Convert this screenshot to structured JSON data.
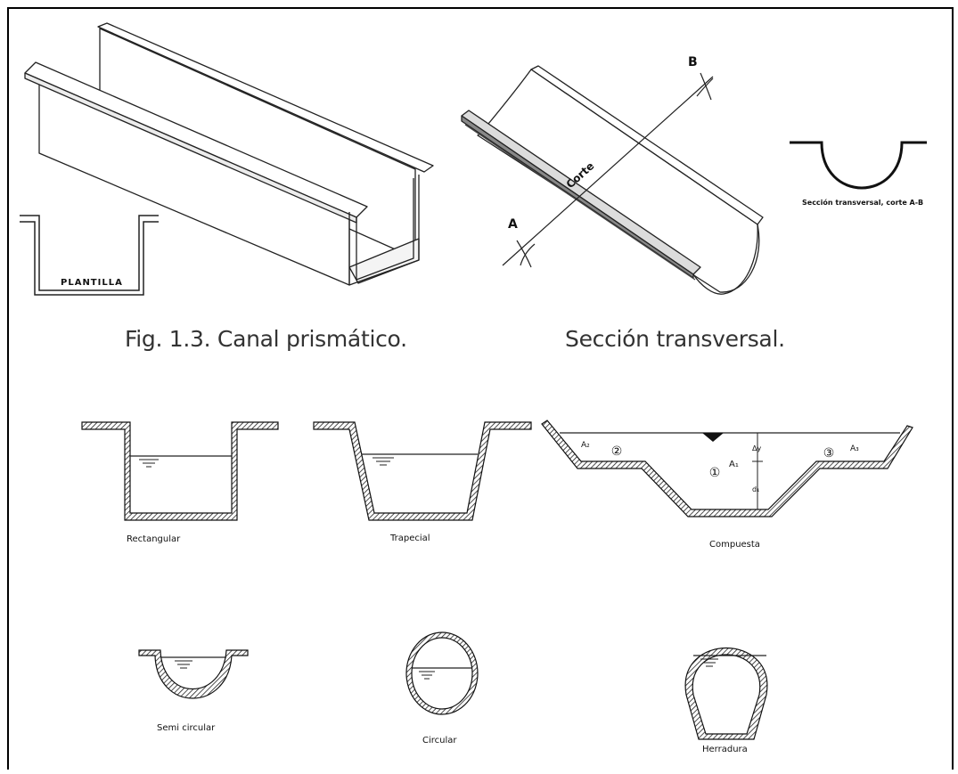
{
  "figure": {
    "prismatic": {
      "bottom_label": "PLANTILLA"
    },
    "section": {
      "cut_label": "Corte",
      "point_a": "A",
      "point_b": "B",
      "section_label": "Sección transversal, corte A-B"
    },
    "captions": {
      "left": "Fig. 1.3. Canal prismático.",
      "right": "Sección transversal."
    },
    "shapes": {
      "rectangular": "Rectangular",
      "trapecial": "Trapecial",
      "compuesta": "Compuesta",
      "semicircular": "Semi circular",
      "circular": "Circular",
      "herradura": "Herradura"
    },
    "compound": {
      "zone1": "①",
      "zone2": "②",
      "zone3": "③",
      "area1": "A₁",
      "area2": "A₂",
      "area3": "A₃",
      "dim_top": "Δy",
      "dim_bottom": "d₁"
    }
  }
}
